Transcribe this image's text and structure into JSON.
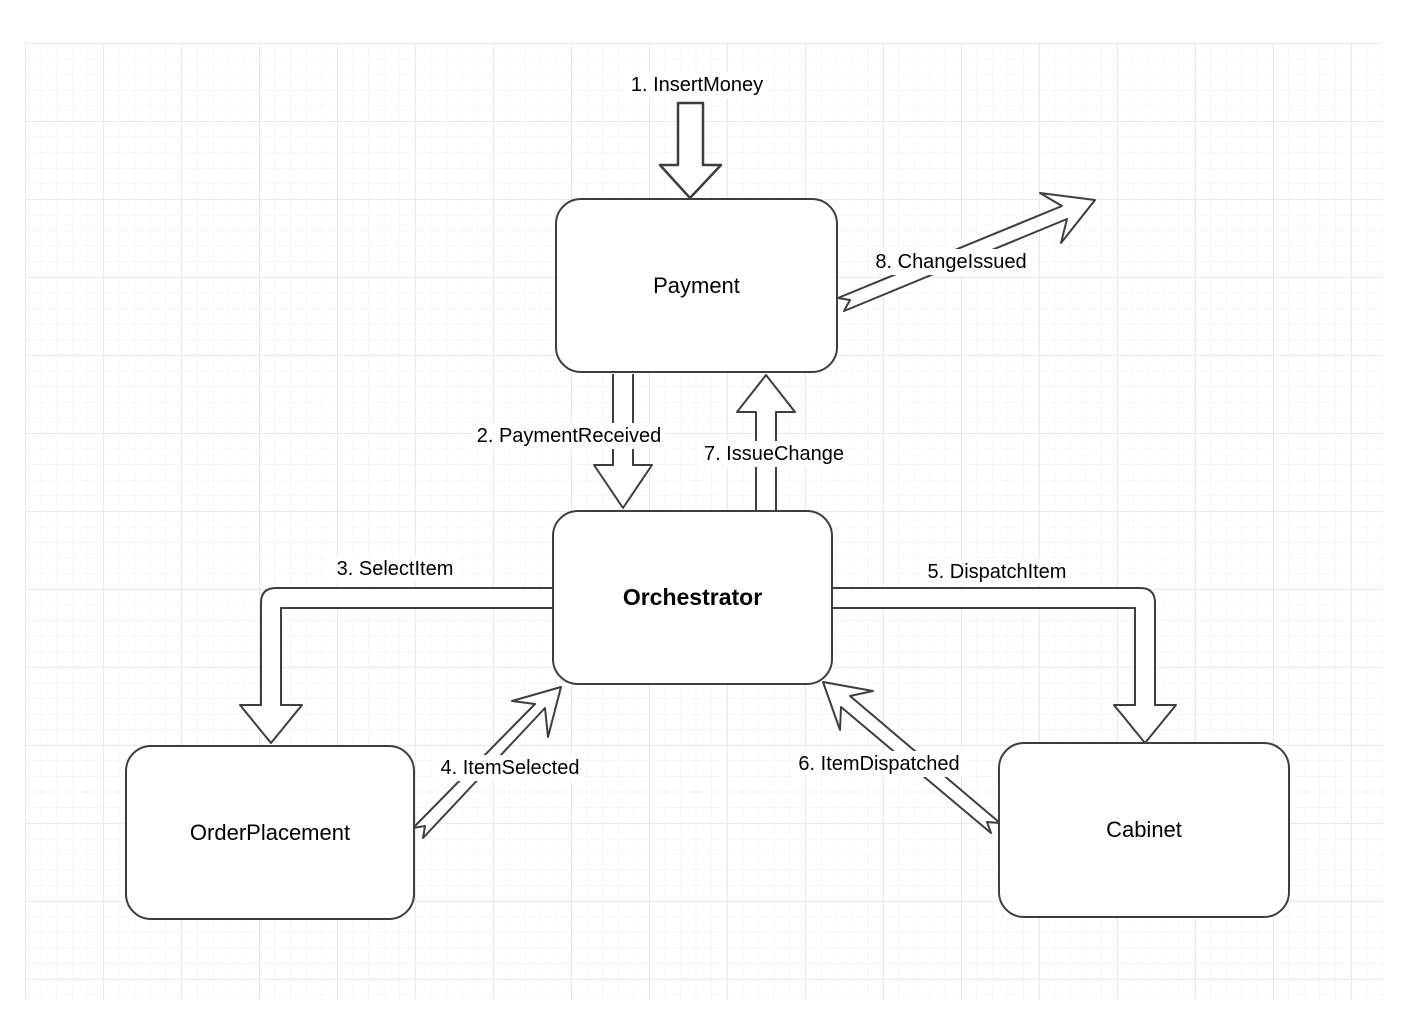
{
  "diagram": {
    "type": "flow-diagram",
    "nodes": [
      {
        "id": "payment",
        "label": "Payment"
      },
      {
        "id": "orchestrator",
        "label": "Orchestrator"
      },
      {
        "id": "order-placement",
        "label": "OrderPlacement"
      },
      {
        "id": "cabinet",
        "label": "Cabinet"
      }
    ],
    "edges": [
      {
        "step": 1,
        "label": "1. InsertMoney",
        "from": "(external)",
        "to": "Payment"
      },
      {
        "step": 2,
        "label": "2. PaymentReceived",
        "from": "Payment",
        "to": "Orchestrator"
      },
      {
        "step": 3,
        "label": "3. SelectItem",
        "from": "Orchestrator",
        "to": "OrderPlacement"
      },
      {
        "step": 4,
        "label": "4. ItemSelected",
        "from": "OrderPlacement",
        "to": "Orchestrator"
      },
      {
        "step": 5,
        "label": "5. DispatchItem",
        "from": "Orchestrator",
        "to": "Cabinet"
      },
      {
        "step": 6,
        "label": "6. ItemDispatched",
        "from": "Cabinet",
        "to": "Orchestrator"
      },
      {
        "step": 7,
        "label": "7. IssueChange",
        "from": "Orchestrator",
        "to": "Payment"
      },
      {
        "step": 8,
        "label": "8. ChangeIssued",
        "from": "Payment",
        "to": "(external)"
      }
    ]
  },
  "style": {
    "background": "#ffffff",
    "shape_fill": "#ffffff",
    "stroke": "#3e3e3e",
    "label_color": "#000000",
    "grid_minor": "#f6f6f6",
    "grid_major": "#e9e9e9"
  }
}
